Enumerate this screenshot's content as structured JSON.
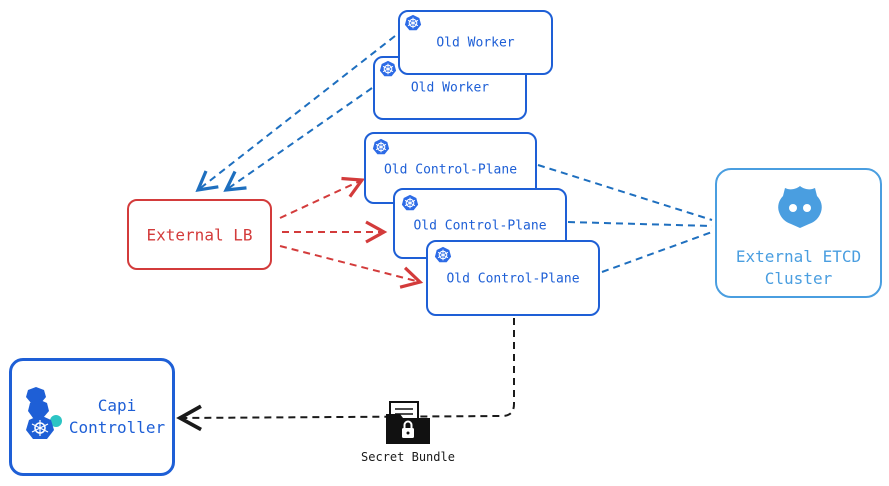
{
  "nodes": {
    "old_worker_1": "Old Worker",
    "old_worker_2": "Old Worker",
    "old_cp_1": "Old Control-Plane",
    "old_cp_2": "Old Control-Plane",
    "old_cp_3": "Old Control-Plane",
    "external_lb": "External LB",
    "etcd_line1": "External ETCD",
    "etcd_line2": "Cluster",
    "capi_line1": "Capi",
    "capi_line2": "Controller",
    "secret_bundle": "Secret Bundle"
  },
  "icons": {
    "node_icon": "kubernetes-helm-icon",
    "etcd_icon": "etcd-icon",
    "capi_icon": "stacked-kubernetes-icon",
    "secret_icon": "locked-folder-icon"
  },
  "colors": {
    "blue": "#1e5fd6",
    "red": "#d33b3b",
    "light_blue": "#4a9ee0",
    "dark": "#1a1a1a"
  }
}
